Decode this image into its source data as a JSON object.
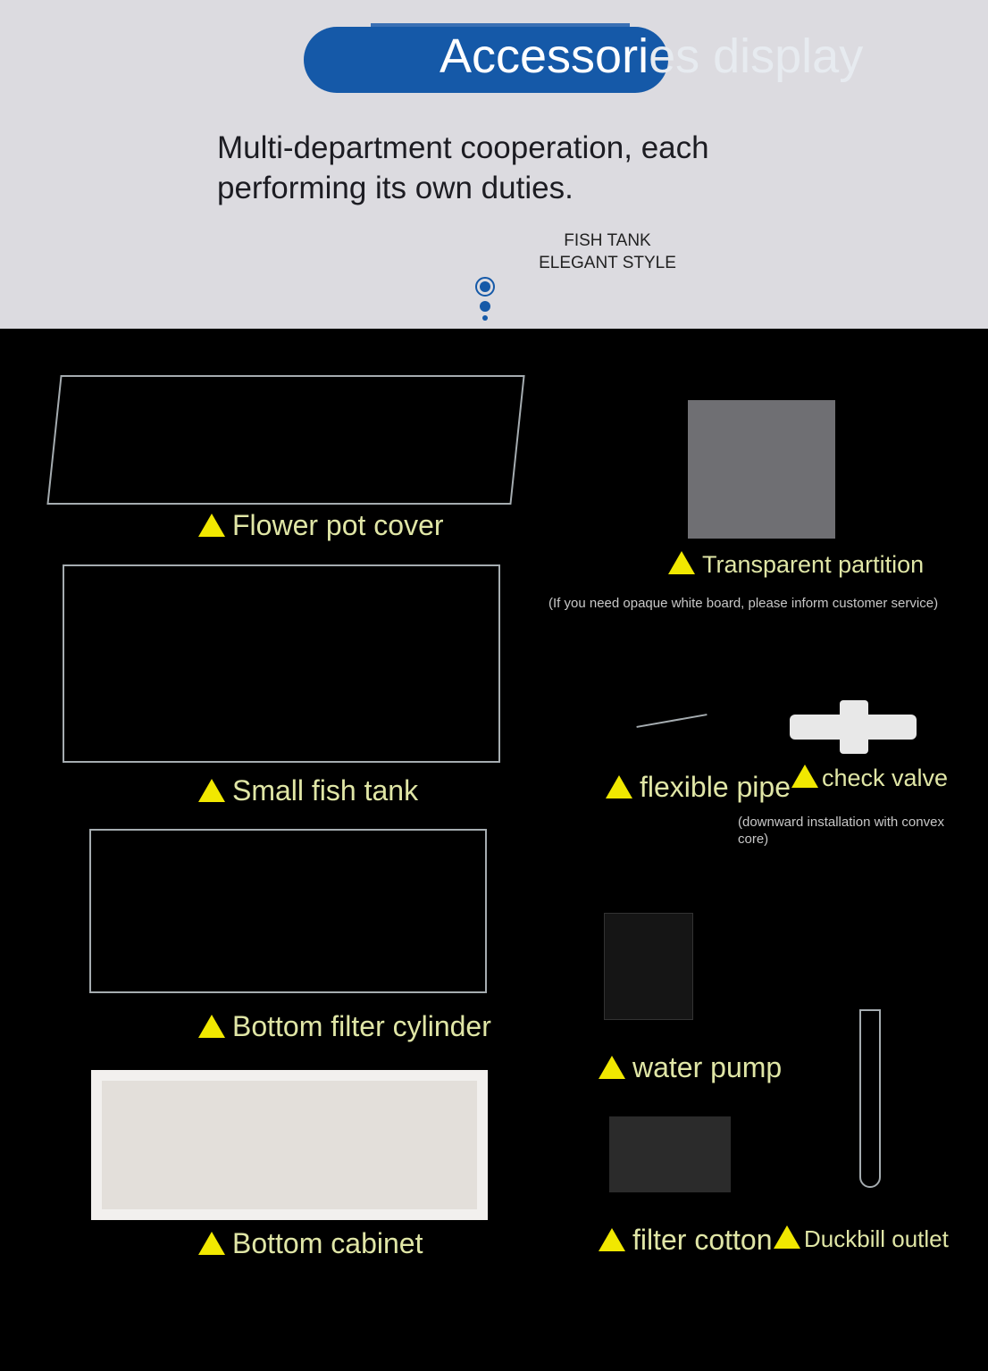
{
  "header": {
    "title_main": "Accessori",
    "title_fade": "es display",
    "subtitle": "Multi-department cooperation, each performing its own duties.",
    "tag_line1": "FISH TANK",
    "tag_line2": "ELEGANT STYLE"
  },
  "items": {
    "flower_pot_cover": "Flower pot cover",
    "transparent_partition": "Transparent partition",
    "partition_note": "(If you need opaque white board, please inform customer service)",
    "small_fish_tank": "Small fish tank",
    "flexible_pipe": "flexible pipe",
    "check_valve": "check valve",
    "check_valve_note": "(downward installation with convex core)",
    "bottom_filter_cylinder": "Bottom filter cylinder",
    "water_pump": "water pump",
    "bottom_cabinet": "Bottom cabinet",
    "filter_cotton": "filter cotton",
    "duckbill_outlet": "Duckbill outlet"
  },
  "colors": {
    "accent": "#1559a8",
    "label": "#e0e6a6",
    "triangle": "#f1e800"
  }
}
